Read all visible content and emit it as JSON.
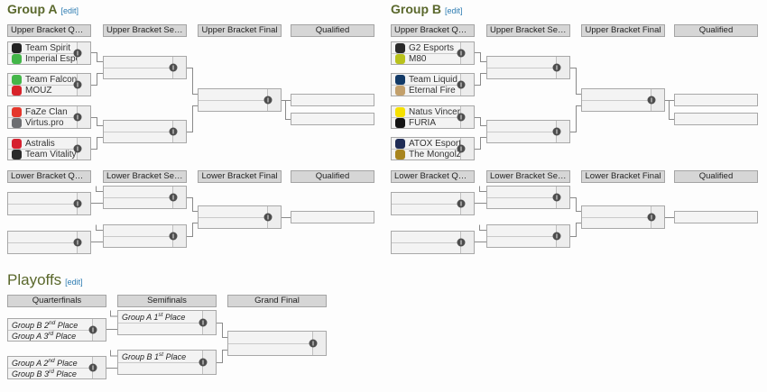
{
  "colors": {
    "section_title": "#5a682c",
    "edit_link": "#2d7cb2",
    "column_header_bg": "#d6d6d6",
    "match_box_bg": "#f3f3f3",
    "connector": "#8a8a8a",
    "info_circle": "#4d4d4d"
  },
  "groups": [
    {
      "title": "Group A",
      "edit": "[edit]",
      "upper_headers": [
        "Upper Bracket Quarterfinals",
        "Upper Bracket Semifinals",
        "Upper Bracket Final",
        "Qualified"
      ],
      "lower_headers": [
        "Lower Bracket Quarterfinals",
        "Lower Bracket Semifinal",
        "Lower Bracket Final",
        "Qualified"
      ],
      "matches": [
        {
          "t1": {
            "name": "Team Spirit",
            "color": "#232323"
          },
          "t2": {
            "name": "Imperial Esports",
            "color": "#43b649"
          }
        },
        {
          "t1": {
            "name": "Team Falcons",
            "color": "#44b649"
          },
          "t2": {
            "name": "MOUZ",
            "color": "#d8232a"
          }
        },
        {
          "t1": {
            "name": "FaZe Clan",
            "color": "#e4362b"
          },
          "t2": {
            "name": "Virtus.pro",
            "color": "#6d6e71"
          }
        },
        {
          "t1": {
            "name": "Astralis",
            "color": "#d6212f"
          },
          "t2": {
            "name": "Team Vitality",
            "color": "#2b2b2b"
          }
        }
      ]
    },
    {
      "title": "Group B",
      "edit": "[edit]",
      "upper_headers": [
        "Upper Bracket Quarterfinals",
        "Upper Bracket Semifinals",
        "Upper Bracket Final",
        "Qualified"
      ],
      "lower_headers": [
        "Lower Bracket Quarterfinals",
        "Lower Bracket Semifinal",
        "Lower Bracket Final",
        "Qualified"
      ],
      "matches": [
        {
          "t1": {
            "name": "G2 Esports",
            "color": "#2a2a2a"
          },
          "t2": {
            "name": "M80",
            "color": "#b9c21c"
          }
        },
        {
          "t1": {
            "name": "Team Liquid",
            "color": "#123a67"
          },
          "t2": {
            "name": "Eternal Fire",
            "color": "#c3a06b"
          }
        },
        {
          "t1": {
            "name": "Natus Vincere",
            "color": "#f5e000"
          },
          "t2": {
            "name": "FURIA",
            "color": "#141414"
          }
        },
        {
          "t1": {
            "name": "ATOX Esports",
            "color": "#1f2c55"
          },
          "t2": {
            "name": "The MongolZ",
            "color": "#a8851f"
          }
        }
      ]
    }
  ],
  "playoffs": {
    "title": "Playoffs",
    "edit": "[edit]",
    "headers": [
      "Quarterfinals",
      "Semifinals",
      "Grand Final"
    ],
    "seeds": {
      "qf1_top": {
        "pre": "Group B 2",
        "sup": "nd",
        "post": " Place"
      },
      "qf1_bottom": {
        "pre": "Group A 3",
        "sup": "rd",
        "post": " Place"
      },
      "qf2_top": {
        "pre": "Group A 2",
        "sup": "nd",
        "post": " Place"
      },
      "qf2_bottom": {
        "pre": "Group B 3",
        "sup": "rd",
        "post": " Place"
      },
      "sf1_top": {
        "pre": "Group A 1",
        "sup": "st",
        "post": " Place"
      },
      "sf2_top": {
        "pre": "Group B 1",
        "sup": "st",
        "post": " Place"
      }
    }
  }
}
